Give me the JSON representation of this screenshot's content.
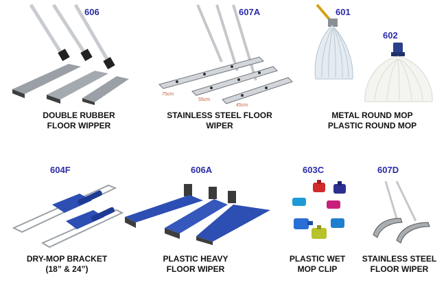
{
  "products": [
    {
      "code": "606",
      "caption": [
        "DOUBLE RUBBER",
        "FLOOR WIPPER"
      ],
      "icon": "double-rubber-floor-wiper-icon"
    },
    {
      "code": "607A",
      "caption": [
        "STAINLESS STEEL FLOOR",
        "WIPER"
      ],
      "icon": "stainless-steel-floor-wiper-icon",
      "size_marks": [
        "75cm",
        "55cm",
        "45cm"
      ]
    },
    {
      "code": "601",
      "caption": [
        "METAL ROUND MOP",
        "PLASTIC ROUND MOP"
      ],
      "icon": "metal-round-mop-icon"
    },
    {
      "code": "602",
      "caption": [],
      "icon": "plastic-round-mop-icon"
    },
    {
      "code": "604F",
      "caption": [
        "DRY-MOP BRACKET",
        "(18” & 24”)"
      ],
      "icon": "dry-mop-bracket-icon"
    },
    {
      "code": "606A",
      "caption": [
        "PLASTIC HEAVY",
        "FLOOR WIPER"
      ],
      "icon": "plastic-heavy-floor-wiper-icon"
    },
    {
      "code": "603C",
      "caption": [
        "PLASTIC WET",
        "MOP CLIP"
      ],
      "icon": "plastic-wet-mop-clip-icon"
    },
    {
      "code": "607D",
      "caption": [
        "STAINLESS STEEL",
        "FLOOR WIPER"
      ],
      "icon": "stainless-steel-floor-wiper-curved-icon"
    }
  ],
  "colors": {
    "code_text": "#2a2aa8",
    "caption_text": "#111111",
    "plastic_blue": "#2d4fb3",
    "steel": "#b9bec4",
    "rubber": "#4a4a4a"
  }
}
